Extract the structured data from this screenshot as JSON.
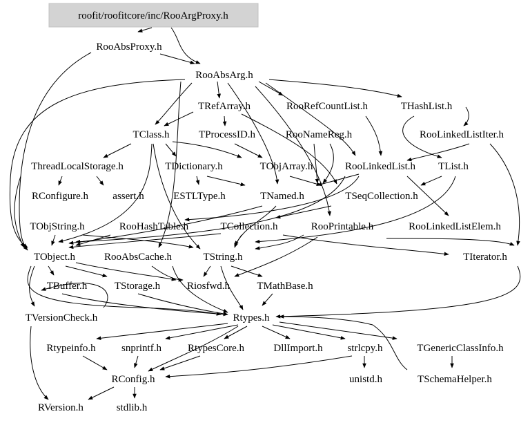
{
  "root": "roofit/roofitcore/inc/RooArgProxy.h",
  "nodes": {
    "RooAbsProxy": "RooAbsProxy.h",
    "RooAbsArg": "RooAbsArg.h",
    "TRefArray": "TRefArray.h",
    "RooRefCountList": "RooRefCountList.h",
    "THashList": "THashList.h",
    "TClass": "TClass.h",
    "TProcessID": "TProcessID.h",
    "RooNameReg": "RooNameReg.h",
    "RooLinkedListIter": "RooLinkedListIter.h",
    "ThreadLocalStorage": "ThreadLocalStorage.h",
    "TDictionary": "TDictionary.h",
    "TObjArray": "TObjArray.h",
    "RooLinkedList": "RooLinkedList.h",
    "TList": "TList.h",
    "RConfigure": "RConfigure.h",
    "assert": "assert.h",
    "ESTLType": "ESTLType.h",
    "TNamed": "TNamed.h",
    "TSeqCollection": "TSeqCollection.h",
    "TObjString": "TObjString.h",
    "RooHashTable": "RooHashTable.h",
    "TCollection": "TCollection.h",
    "RooPrintable": "RooPrintable.h",
    "RooLinkedListElem": "RooLinkedListElem.h",
    "TObject": "TObject.h",
    "RooAbsCache": "RooAbsCache.h",
    "TString": "TString.h",
    "TIterator": "TIterator.h",
    "TBuffer": "TBuffer.h",
    "TStorage": "TStorage.h",
    "Riosfwd": "Riosfwd.h",
    "TMathBase": "TMathBase.h",
    "TVersionCheck": "TVersionCheck.h",
    "Rtypes": "Rtypes.h",
    "Rtypeinfo": "Rtypeinfo.h",
    "snprintf": "snprintf.h",
    "RtypesCore": "RtypesCore.h",
    "DllImport": "DllImport.h",
    "strlcpy": "strlcpy.h",
    "TGenericClassInfo": "TGenericClassInfo.h",
    "RConfig": "RConfig.h",
    "unistd": "unistd.h",
    "TSchemaHelper": "TSchemaHelper.h",
    "RVersion": "RVersion.h",
    "stdlib": "stdlib.h"
  }
}
